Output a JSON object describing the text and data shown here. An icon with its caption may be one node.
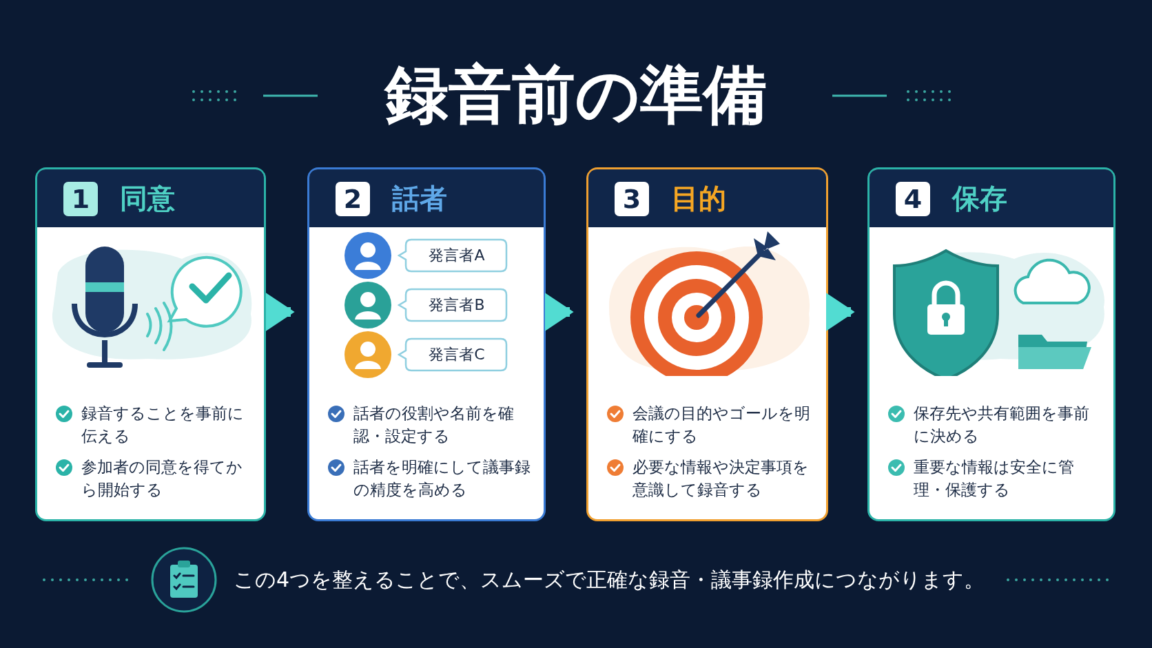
{
  "diagram": {
    "title": "録音前の準備",
    "nodes": [
      {
        "text": [
          "1",
          "同意",
          "録音することを事前に伝える",
          "参加者の同意を得てから開始する"
        ]
      },
      {
        "text": [
          "2",
          "話者",
          "話者の役割や名前を確認・設定する",
          "話者を明確にして議事録の精度を高める"
        ]
      },
      {
        "text": [
          "発言者A"
        ],
        "in": 1
      },
      {
        "text": [
          "発言者B"
        ],
        "in": 1
      },
      {
        "text": [
          "発言者C"
        ],
        "in": 1
      },
      {
        "text": [
          "3",
          "目的",
          "会議の目的やゴールを明確にする",
          "必要な情報や決定事項を意識して録音する"
        ]
      },
      {
        "text": [
          "4",
          "保存",
          "保存先や共有範囲を事前に決める",
          "重要な情報は安全に管理・保護する"
        ]
      }
    ],
    "edges": [
      {
        "from": 0,
        "to": 1,
        "arrow": "to"
      },
      {
        "from": 1,
        "to": 5,
        "arrow": "to"
      },
      {
        "from": 5,
        "to": 6,
        "arrow": "to"
      }
    ],
    "labels": [
      "この4つを整えることで、スムーズで正確な録音・議事録作成につながります。"
    ]
  }
}
